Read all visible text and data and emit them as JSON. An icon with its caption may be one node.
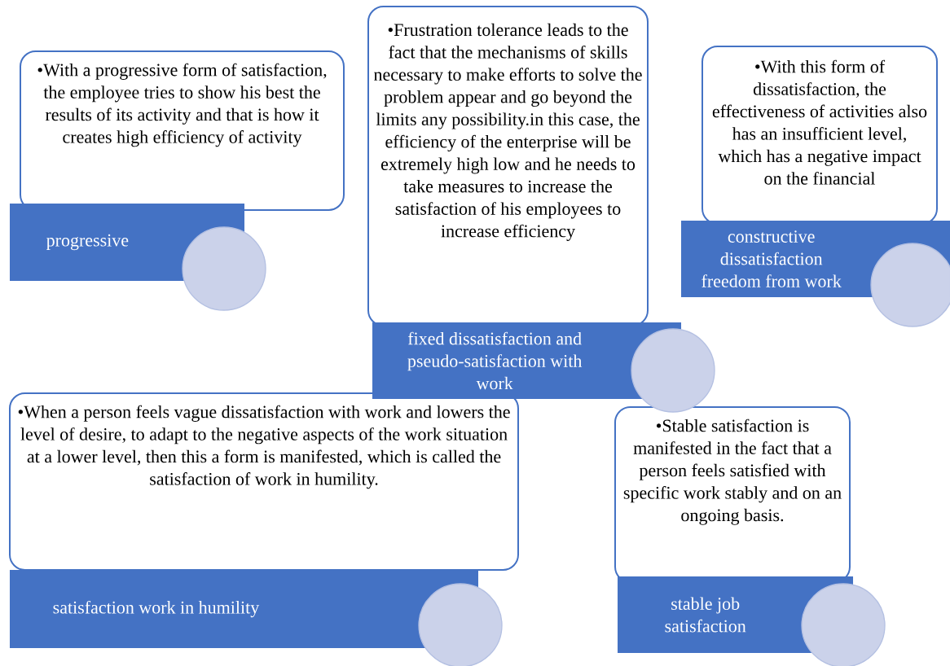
{
  "diagram": {
    "nodes": [
      {
        "text": [
          "•With a progressive form of satisfaction, the employee tries to show his best the results of its activity and that is how it creates high efficiency of activity"
        ]
      },
      {
        "text": [
          "progressive"
        ]
      },
      {
        "text": [
          "•Frustration tolerance leads to the fact that the mechanisms of skills necessary to make efforts to solve the problem appear and go beyond the limits any possibility.in this case, the efficiency of the enterprise will be extremely high low and he needs to take measures to increase the satisfaction of his employees to increase efficiency"
        ]
      },
      {
        "text": [
          "fixed dissatisfaction and pseudo-satisfaction with work"
        ]
      },
      {
        "text": [
          "•With this form of dissatisfaction, the effectiveness of activities also has an insufficient level, which has a negative impact on the financial"
        ]
      },
      {
        "text": [
          "constructive dissatisfaction freedom from work"
        ]
      },
      {
        "text": [
          "•When a person feels vague dissatisfaction with work and lowers the level of desire, to adapt to the negative aspects of the work situation at a lower level, then this a form is manifested, which is called the satisfaction of work in humility."
        ]
      },
      {
        "text": [
          "satisfaction work in humility"
        ]
      },
      {
        "text": [
          "•Stable satisfaction is manifested in the fact that a person feels satisfied with specific work stably and on an ongoing basis."
        ]
      },
      {
        "text": [
          "stable job satisfaction"
        ]
      }
    ]
  }
}
